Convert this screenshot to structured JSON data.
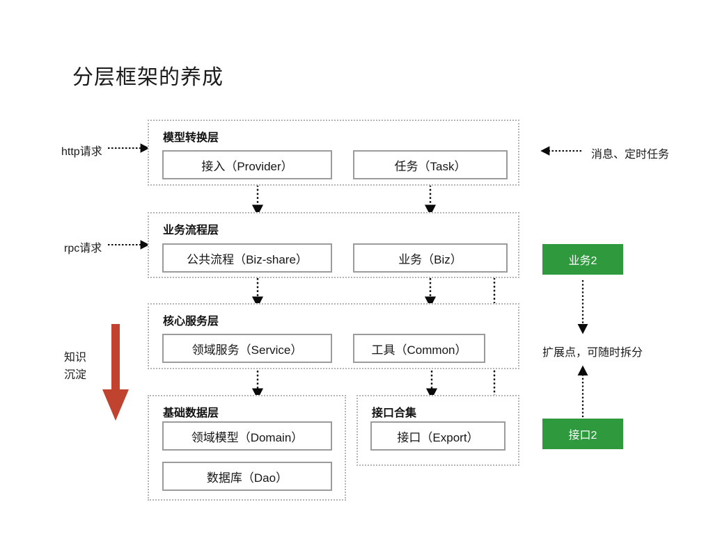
{
  "title": "分层框架的养成",
  "colors": {
    "green": "#2f9a3d",
    "red_arrow": "#c0432f",
    "box_border": "#9b9b9b",
    "layer_border": "#b4b4b4",
    "text": "#1a1a1a"
  },
  "layers": [
    {
      "id": "model-transform",
      "title": "模型转换层",
      "components": [
        {
          "id": "provider",
          "label": "接入（Provider）"
        },
        {
          "id": "task",
          "label": "任务（Task）"
        }
      ]
    },
    {
      "id": "business-flow",
      "title": "业务流程层",
      "components": [
        {
          "id": "biz-share",
          "label": "公共流程（Biz-share）"
        },
        {
          "id": "biz",
          "label": "业务（Biz）"
        }
      ]
    },
    {
      "id": "core-service",
      "title": "核心服务层",
      "components": [
        {
          "id": "service",
          "label": "领域服务（Service）"
        },
        {
          "id": "common",
          "label": "工具（Common）"
        }
      ]
    },
    {
      "id": "base-data",
      "title": "基础数据层",
      "components": [
        {
          "id": "domain",
          "label": "领域模型（Domain）"
        },
        {
          "id": "dao",
          "label": "数据库（Dao）"
        }
      ]
    },
    {
      "id": "export-set",
      "title": "接口合集",
      "components": [
        {
          "id": "export",
          "label": "接口（Export）"
        }
      ]
    }
  ],
  "left_annotations": {
    "http_request": "http请求",
    "rpc_request": "rpc请求",
    "knowledge_line1": "知识",
    "knowledge_line2": "沉淀"
  },
  "right_annotations": {
    "message_task": "消息、定时任务",
    "extension_point": "扩展点，可随时拆分"
  },
  "green_boxes": [
    {
      "id": "biz2",
      "label": "业务2"
    },
    {
      "id": "export2",
      "label": "接口2"
    }
  ]
}
